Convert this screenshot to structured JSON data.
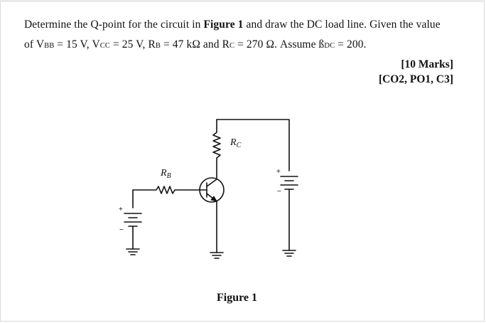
{
  "question": {
    "line1_prefix": "Determine the Q-point for the circuit in ",
    "figure_ref": "Figure 1",
    "line1_suffix": " and draw the DC load line. Given the value",
    "line2": {
      "of": "of ",
      "vbb_sym": "V",
      "vbb_sub": "BB",
      "vbb_val": " = 15 V, ",
      "vcc_sym": "V",
      "vcc_sub": "CC",
      "vcc_val": " = 25 V, ",
      "rb_sym": "R",
      "rb_sub": "B",
      "rb_val": " = 47 kΩ and ",
      "rc_sym": "R",
      "rc_sub": "C",
      "rc_val": " = 270 Ω. Assume ",
      "beta_sym": "ß",
      "beta_sub": "DC",
      "beta_val": " = 200."
    }
  },
  "marks": {
    "points": "[10 Marks]",
    "outcomes": "[CO2, PO1, C3]"
  },
  "figure": {
    "rc_label": "R",
    "rc_sub": "C",
    "rb_label": "R",
    "rb_sub": "B",
    "plus_sign": "+",
    "minus_sign": "−",
    "caption": "Figure 1"
  }
}
